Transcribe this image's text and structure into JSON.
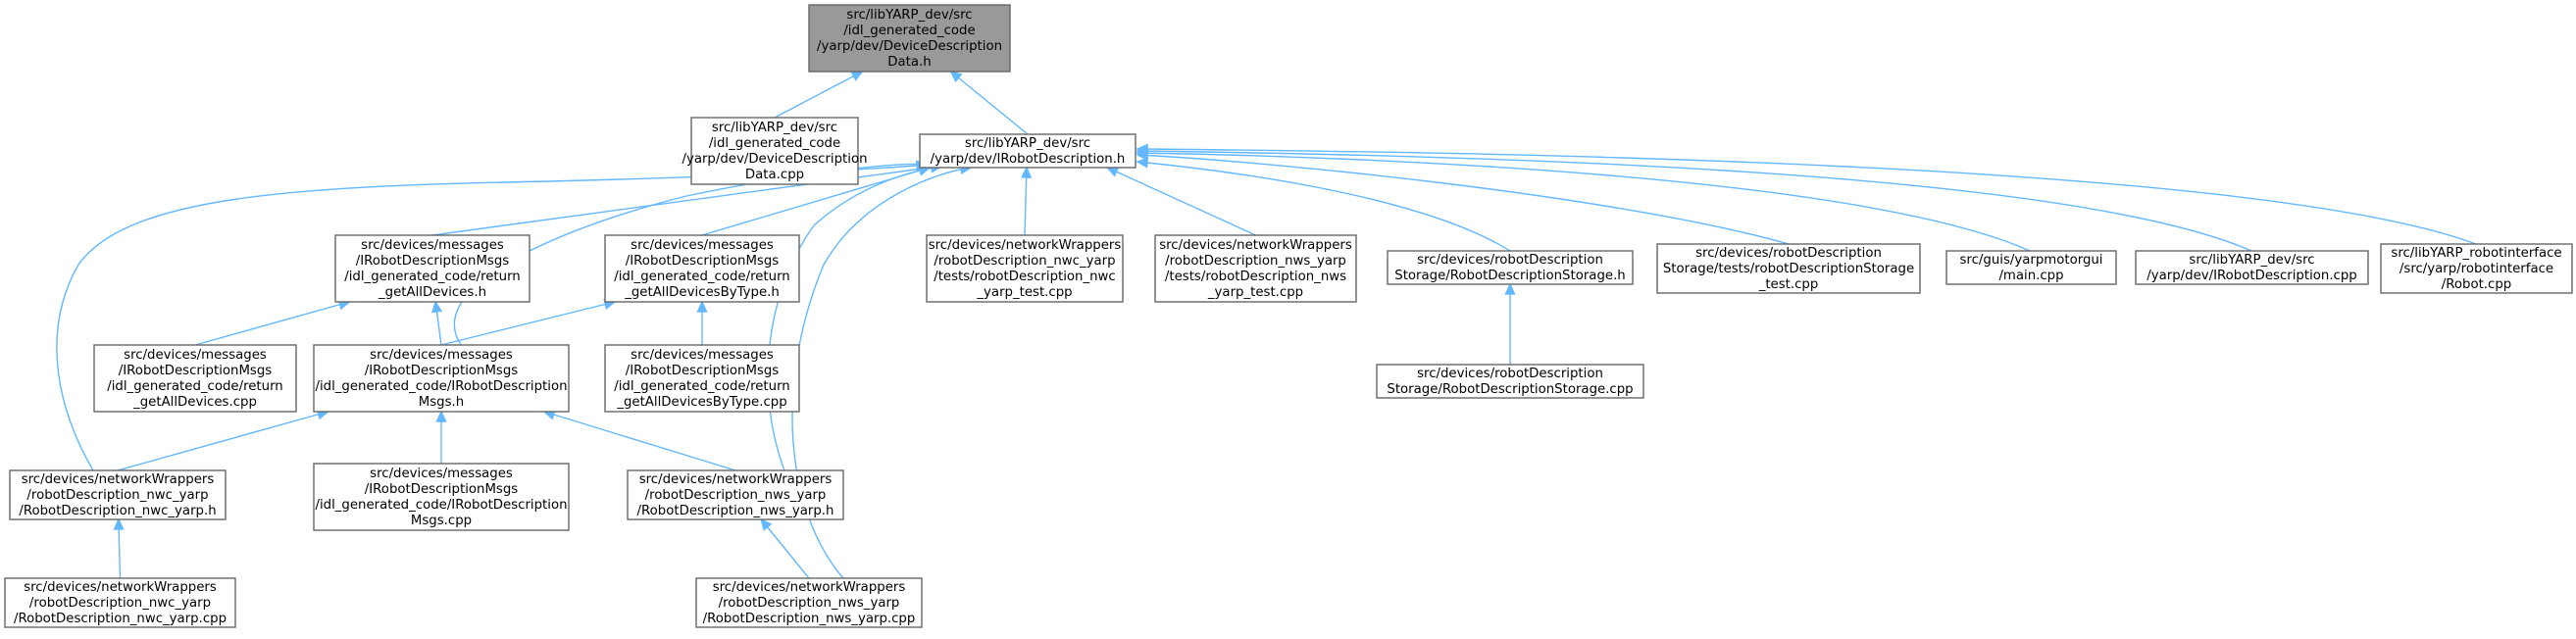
{
  "nodes": [
    {
      "id": "n0",
      "lines": [
        "src/libYARP_dev/src",
        "/idl_generated_code",
        "/yarp/dev/DeviceDescription",
        "Data.h"
      ]
    },
    {
      "id": "n1",
      "lines": [
        "src/libYARP_dev/src",
        "/idl_generated_code",
        "/yarp/dev/DeviceDescription",
        "Data.cpp"
      ]
    },
    {
      "id": "n2",
      "lines": [
        "src/libYARP_dev/src",
        "/yarp/dev/IRobotDescription.h"
      ]
    },
    {
      "id": "n3",
      "lines": [
        "src/devices/messages",
        "/IRobotDescriptionMsgs",
        "/idl_generated_code/return",
        "_getAllDevices.h"
      ]
    },
    {
      "id": "n4",
      "lines": [
        "src/devices/messages",
        "/IRobotDescriptionMsgs",
        "/idl_generated_code/return",
        "_getAllDevicesByType.h"
      ]
    },
    {
      "id": "n5",
      "lines": [
        "src/devices/networkWrappers",
        "/robotDescription_nwc_yarp",
        "/tests/robotDescription_nwc",
        "_yarp_test.cpp"
      ]
    },
    {
      "id": "n6",
      "lines": [
        "src/devices/networkWrappers",
        "/robotDescription_nws_yarp",
        "/tests/robotDescription_nws",
        "_yarp_test.cpp"
      ]
    },
    {
      "id": "n7",
      "lines": [
        "src/devices/robotDescription",
        "Storage/RobotDescriptionStorage.h"
      ]
    },
    {
      "id": "n8",
      "lines": [
        "src/devices/robotDescription",
        "Storage/tests/robotDescriptionStorage",
        "_test.cpp"
      ]
    },
    {
      "id": "n9",
      "lines": [
        "src/guis/yarpmotorgui",
        "/main.cpp"
      ]
    },
    {
      "id": "n10",
      "lines": [
        "src/libYARP_dev/src",
        "/yarp/dev/IRobotDescription.cpp"
      ]
    },
    {
      "id": "n11",
      "lines": [
        "src/libYARP_robotinterface",
        "/src/yarp/robotinterface",
        "/Robot.cpp"
      ]
    },
    {
      "id": "n12",
      "lines": [
        "src/devices/messages",
        "/IRobotDescriptionMsgs",
        "/idl_generated_code/return",
        "_getAllDevices.cpp"
      ]
    },
    {
      "id": "n13",
      "lines": [
        "src/devices/messages",
        "/IRobotDescriptionMsgs",
        "/idl_generated_code/IRobotDescription",
        "Msgs.h"
      ]
    },
    {
      "id": "n14",
      "lines": [
        "src/devices/messages",
        "/IRobotDescriptionMsgs",
        "/idl_generated_code/return",
        "_getAllDevicesByType.cpp"
      ]
    },
    {
      "id": "n15",
      "lines": [
        "src/devices/robotDescription",
        "Storage/RobotDescriptionStorage.cpp"
      ]
    },
    {
      "id": "n16",
      "lines": [
        "src/devices/networkWrappers",
        "/robotDescription_nwc_yarp",
        "/RobotDescription_nwc_yarp.h"
      ]
    },
    {
      "id": "n17",
      "lines": [
        "src/devices/messages",
        "/IRobotDescriptionMsgs",
        "/idl_generated_code/IRobotDescription",
        "Msgs.cpp"
      ]
    },
    {
      "id": "n18",
      "lines": [
        "src/devices/networkWrappers",
        "/robotDescription_nws_yarp",
        "/RobotDescription_nws_yarp.h"
      ]
    },
    {
      "id": "n19",
      "lines": [
        "src/devices/networkWrappers",
        "/robotDescription_nwc_yarp",
        "/RobotDescription_nwc_yarp.cpp"
      ]
    },
    {
      "id": "n20",
      "lines": [
        "src/devices/networkWrappers",
        "/robotDescription_nws_yarp",
        "/RobotDescription_nws_yarp.cpp"
      ]
    }
  ],
  "edges": [
    {
      "from": "n1",
      "to": "n0"
    },
    {
      "from": "n2",
      "to": "n0"
    },
    {
      "from": "n3",
      "to": "n2"
    },
    {
      "from": "n4",
      "to": "n2"
    },
    {
      "from": "n5",
      "to": "n2"
    },
    {
      "from": "n6",
      "to": "n2"
    },
    {
      "from": "n7",
      "to": "n2"
    },
    {
      "from": "n8",
      "to": "n2"
    },
    {
      "from": "n9",
      "to": "n2"
    },
    {
      "from": "n10",
      "to": "n2"
    },
    {
      "from": "n11",
      "to": "n2"
    },
    {
      "from": "n13",
      "to": "n2"
    },
    {
      "from": "n16",
      "to": "n2"
    },
    {
      "from": "n18",
      "to": "n2"
    },
    {
      "from": "n20",
      "to": "n2"
    },
    {
      "from": "n12",
      "to": "n3"
    },
    {
      "from": "n13",
      "to": "n3"
    },
    {
      "from": "n13",
      "to": "n4"
    },
    {
      "from": "n14",
      "to": "n4"
    },
    {
      "from": "n15",
      "to": "n7"
    },
    {
      "from": "n16",
      "to": "n13"
    },
    {
      "from": "n17",
      "to": "n13"
    },
    {
      "from": "n18",
      "to": "n13"
    },
    {
      "from": "n19",
      "to": "n16"
    },
    {
      "from": "n20",
      "to": "n18"
    }
  ],
  "colors": {
    "root_fill": "#999999",
    "node_fill": "#ffffff",
    "node_border": "#666666",
    "edge": "#63b8ff",
    "text": "#000000"
  }
}
